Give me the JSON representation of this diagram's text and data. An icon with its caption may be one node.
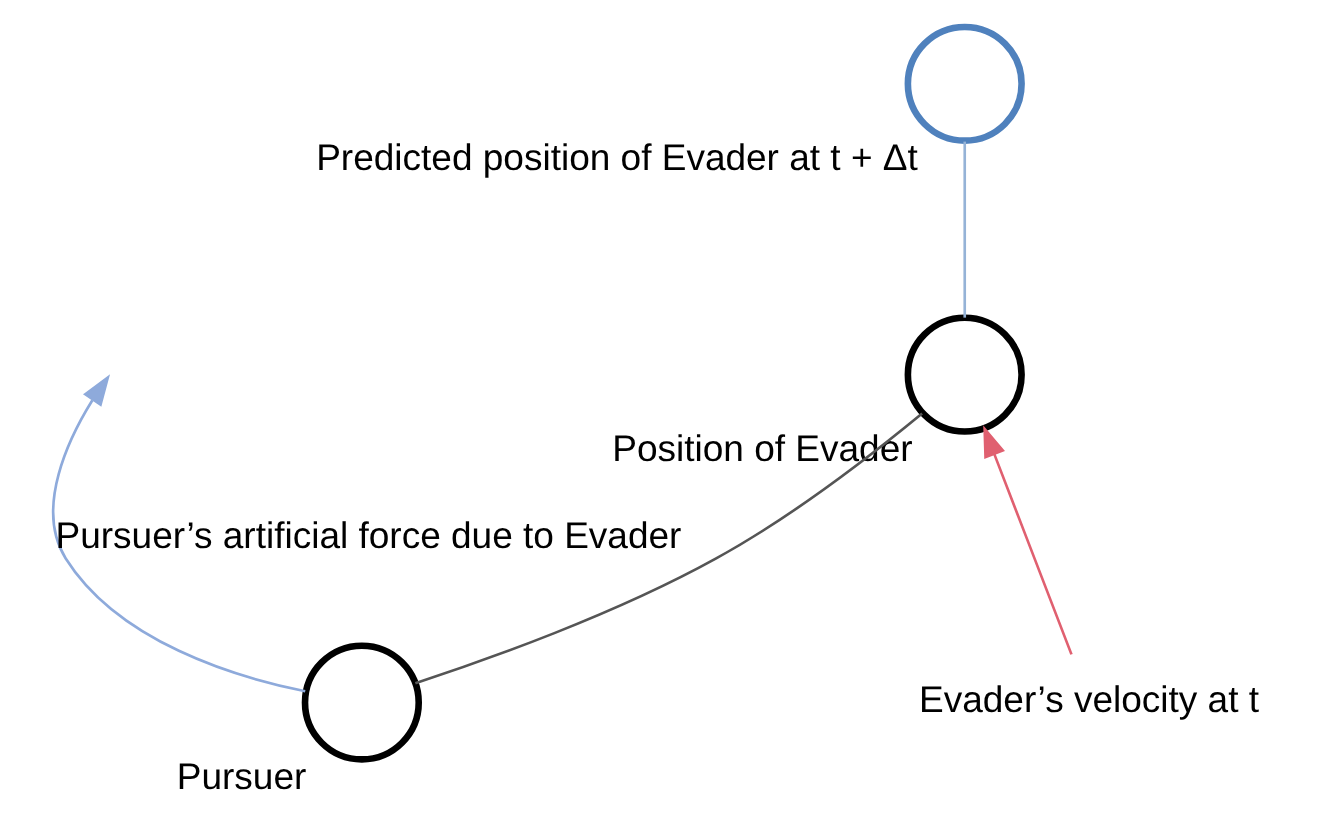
{
  "diagram": {
    "nodes": [
      {
        "text": [],
        "shape": "circle",
        "beside": [
          "Predicted position of Evader at t + Δt"
        ]
      },
      {
        "text": [],
        "shape": "circle",
        "beside": [
          "Position of Evader"
        ]
      },
      {
        "text": [],
        "shape": "circle",
        "beside": [
          "Pursuer"
        ]
      },
      {
        "text": [
          "Evader’s velocity at t"
        ]
      }
    ],
    "edges": [
      {
        "from": 1,
        "to": 0,
        "arrow": "none",
        "color": "#95b3d7"
      },
      {
        "from": 2,
        "to": 1,
        "arrow": "none",
        "color": "#555555"
      },
      {
        "from": 3,
        "to": 1,
        "arrow": "to",
        "color": "#e06070"
      },
      {
        "from": 2,
        "to": null,
        "arrow": "to",
        "color": "#8eaadb",
        "label": "Pursuer’s artificial force due to Evader"
      }
    ]
  }
}
